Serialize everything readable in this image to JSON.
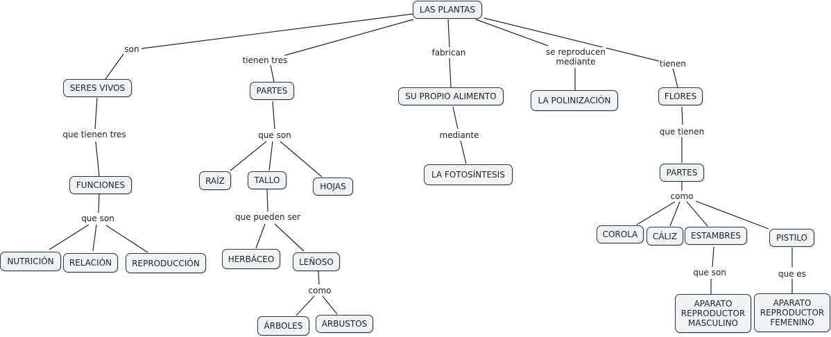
{
  "concepts": {
    "root": "LAS PLANTAS",
    "seres_vivos": "SERES VIVOS",
    "funciones": "FUNCIONES",
    "nutricion": "NUTRICIÓN",
    "relacion": "RELACIÓN",
    "reproduccion": "REPRODUCCIÓN",
    "partes1": "PARTES",
    "raiz": "RAÍZ",
    "tallo": "TALLO",
    "hojas": "HOJAS",
    "herbaceo": "HERBÁCEO",
    "lenoso": "LEÑOSO",
    "arboles": "ÁRBOLES",
    "arbustos": "ARBUSTOS",
    "alimento": "SU PROPIO ALIMENTO",
    "fotosintesis": "LA FOTOSÍNTESIS",
    "polinizacion": "LA POLINIZACIÓN",
    "flores": "FLORES",
    "partes2": "PARTES",
    "corola": "COROLA",
    "caliz": "CÁLIZ",
    "estambres": "ESTAMBRES",
    "pistilo": "PISTILO",
    "masculino": "APARATO\nREPRODUCTOR\nMASCULINO",
    "femenino": "APARATO\nREPRODUCTOR\nFEMENINO"
  },
  "linking_phrases": {
    "son": "son",
    "tienen_tres": "tienen tres",
    "fabrican": "fabrican",
    "se_reproducen": "se reproducen\nmediante",
    "tienen": "tienen",
    "que_tienen_tres": "que tienen tres",
    "que_son_funciones": "que son",
    "que_son_partes": "que son",
    "que_pueden_ser": "que pueden ser",
    "como_lenoso": "como",
    "mediante": "mediante",
    "que_tienen": "que tienen",
    "como_partes": "como",
    "que_son_estambres": "que son",
    "que_es": "que es"
  }
}
